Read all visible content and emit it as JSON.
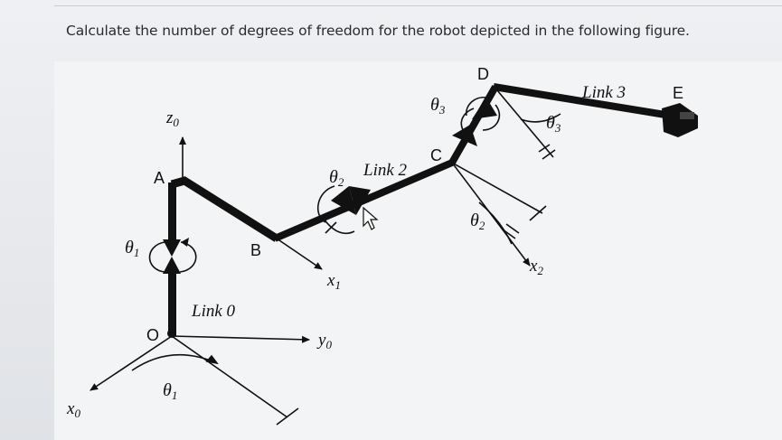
{
  "question": {
    "text": "Calculate the number of degrees of freedom for the robot depicted in the following figure."
  },
  "figure": {
    "point_labels": {
      "a": "A",
      "b": "B",
      "c": "C",
      "d": "D",
      "e": "E",
      "o": "O"
    },
    "link_labels": {
      "link0": "Link 0",
      "link2": "Link 2",
      "link3": "Link 3"
    },
    "axis_labels": {
      "z0": "z",
      "z0_sub": "0",
      "y0": "y",
      "y0_sub": "0",
      "x0": "x",
      "x0_sub": "0",
      "x1": "x",
      "x1_sub": "1",
      "x2": "x",
      "x2_sub": "2"
    },
    "angle_labels": {
      "theta1_joint": "θ",
      "theta1_joint_sub": "1",
      "theta1_base": "θ",
      "theta1_base_sub": "1",
      "theta2_joint": "θ",
      "theta2_joint_sub": "2",
      "theta2_arc": "θ",
      "theta2_arc_sub": "2",
      "theta3_joint": "θ",
      "theta3_joint_sub": "3",
      "theta3_arc": "θ",
      "theta3_arc_sub": "3"
    },
    "colors": {
      "ink": "#111111",
      "background": "#f3f4f5"
    },
    "icons": [
      "mouse-cursor-icon"
    ]
  }
}
